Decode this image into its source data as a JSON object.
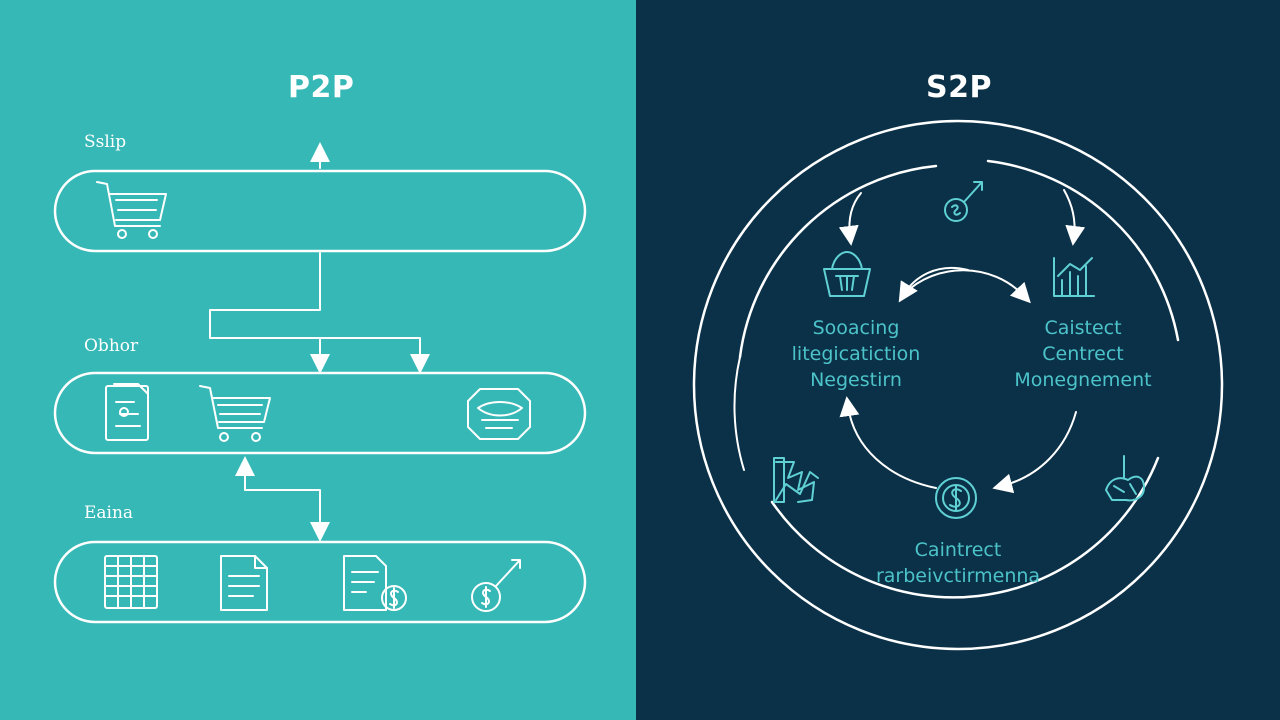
{
  "left_panel": {
    "title": "P2P",
    "background": "#35b8b6",
    "stages": [
      {
        "label": "Sslip",
        "icons": [
          "shopping-cart-icon"
        ]
      },
      {
        "label": "Obhor",
        "icons": [
          "document-clip-icon",
          "shopping-cart-icon",
          "package-icon"
        ]
      },
      {
        "label": "Eaina",
        "icons": [
          "ledger-grid-icon",
          "document-icon",
          "invoice-dollar-icon",
          "payment-coin-icon"
        ]
      }
    ]
  },
  "right_panel": {
    "title": "S2P",
    "background": "#0b3148",
    "accent": "#4cc3c9",
    "cycle_labels": {
      "left": "Sooacing\nlitegicatiction\nNegestirn",
      "right": "Caistect\nCentrect\nMonegnement",
      "bottom": "Caintrect\nrarbeivctirmenna"
    },
    "icons": [
      "basket-icon",
      "coin-arrow-icon",
      "bar-chart-icon",
      "dollar-coin-icon",
      "handshake-icon",
      "hand-icon"
    ]
  }
}
